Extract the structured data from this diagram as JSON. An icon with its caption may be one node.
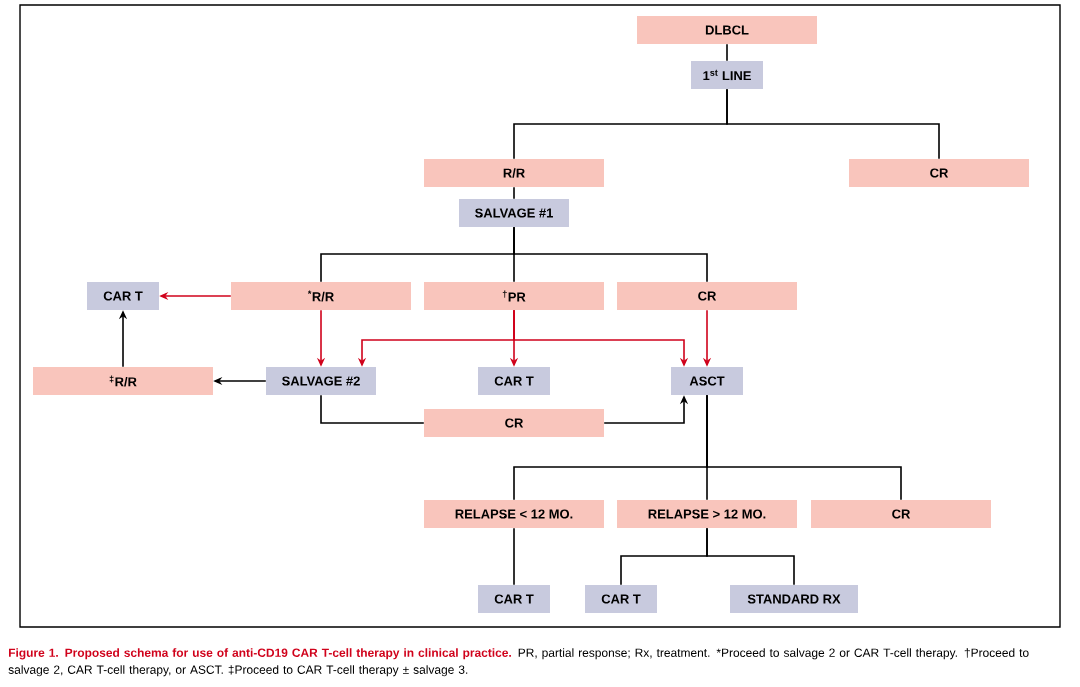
{
  "diagram": {
    "caption": "**Figure 1. Proposed schema for use of anti-CD19 CAR T-cell therapy in clinical practice.** PR, partial response; Rx, treatment. *Proceed to salvage 2 or CAR T-cell therapy. †Proceed to salvage 2, CAR T-cell therapy, or ASCT. ‡Proceed to CAR T-cell therapy ± salvage 3.",
    "nodes": [
      {
        "text": [
          "DLBCL"
        ]
      },
      {
        "text": [
          "1$^{st}$ LINE"
        ]
      },
      {
        "text": [
          "R/R"
        ]
      },
      {
        "text": [
          "CR"
        ]
      },
      {
        "text": [
          "SALVAGE #1"
        ]
      },
      {
        "text": [
          "$^{*}$R/R"
        ]
      },
      {
        "text": [
          "$^{†}$PR"
        ]
      },
      {
        "text": [
          "CR"
        ]
      },
      {
        "text": [
          "CAR T"
        ]
      },
      {
        "text": [
          "$^{‡}$R/R"
        ]
      },
      {
        "text": [
          "SALVAGE #2"
        ]
      },
      {
        "text": [
          "CAR T"
        ]
      },
      {
        "text": [
          "ASCT"
        ]
      },
      {
        "text": [
          "CR"
        ]
      },
      {
        "text": [
          "RELAPSE < 12 MO."
        ]
      },
      {
        "text": [
          "RELAPSE > 12 MO."
        ]
      },
      {
        "text": [
          "CR"
        ]
      },
      {
        "text": [
          "CAR T"
        ]
      },
      {
        "text": [
          "CAR T"
        ]
      },
      {
        "text": [
          "STANDARD RX"
        ]
      }
    ],
    "edges": [
      {
        "from": 0,
        "to": 1,
        "arrow": "none"
      },
      {
        "from": 1,
        "to": 2,
        "arrow": "none"
      },
      {
        "from": 1,
        "to": 3,
        "arrow": "none"
      },
      {
        "from": 2,
        "to": 4,
        "arrow": "none"
      },
      {
        "from": 4,
        "to": 5,
        "arrow": "none"
      },
      {
        "from": 4,
        "to": 6,
        "arrow": "none"
      },
      {
        "from": 4,
        "to": 7,
        "arrow": "none"
      },
      {
        "from": 5,
        "to": 8,
        "arrow": "to",
        "color": "#d0021b"
      },
      {
        "from": 5,
        "to": 10,
        "arrow": "to",
        "color": "#d0021b"
      },
      {
        "from": 6,
        "to": 10,
        "arrow": "to",
        "color": "#d0021b"
      },
      {
        "from": 6,
        "to": 11,
        "arrow": "to",
        "color": "#d0021b"
      },
      {
        "from": 6,
        "to": 12,
        "arrow": "to",
        "color": "#d0021b"
      },
      {
        "from": 7,
        "to": 12,
        "arrow": "to",
        "color": "#d0021b"
      },
      {
        "from": 10,
        "to": 9,
        "arrow": "to"
      },
      {
        "from": 9,
        "to": 8,
        "arrow": "to"
      },
      {
        "from": 10,
        "to": 13,
        "arrow": "none"
      },
      {
        "from": 13,
        "to": 12,
        "arrow": "to"
      },
      {
        "from": 12,
        "to": 14,
        "arrow": "none"
      },
      {
        "from": 12,
        "to": 15,
        "arrow": "none"
      },
      {
        "from": 12,
        "to": 16,
        "arrow": "none"
      },
      {
        "from": 14,
        "to": 17,
        "arrow": "none"
      },
      {
        "from": 15,
        "to": 18,
        "arrow": "none"
      },
      {
        "from": 15,
        "to": 19,
        "arrow": "none"
      }
    ]
  }
}
